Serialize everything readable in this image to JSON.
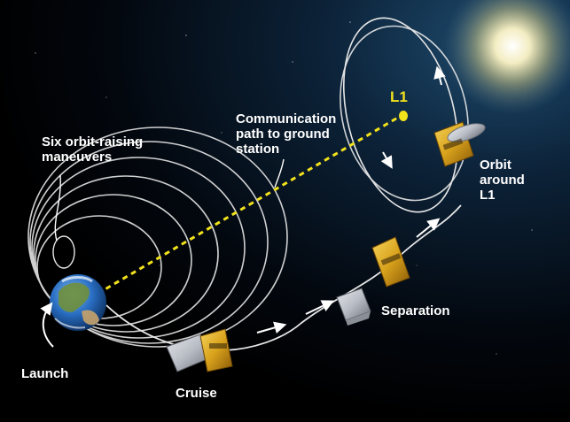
{
  "labels": {
    "six_orbit_raising": [
      "Six orbit-raising",
      "maneuvers"
    ],
    "communication": [
      "Communication",
      "path to ground",
      "station"
    ],
    "l1": "L1",
    "orbit_around": [
      "Orbit",
      "around",
      "L1"
    ],
    "separation": "Separation",
    "launch": "Launch",
    "cruise": "Cruise"
  },
  "colors": {
    "background": "#000000",
    "sun_glow": "#fff6c8",
    "orbit_line": "#e6e6e6",
    "comm_path": "#f2e21c",
    "earth_ocean": "#2a6fc4",
    "spacecraft_gold": "#d8a21c",
    "spacecraft_silver": "#b8bcc4"
  }
}
